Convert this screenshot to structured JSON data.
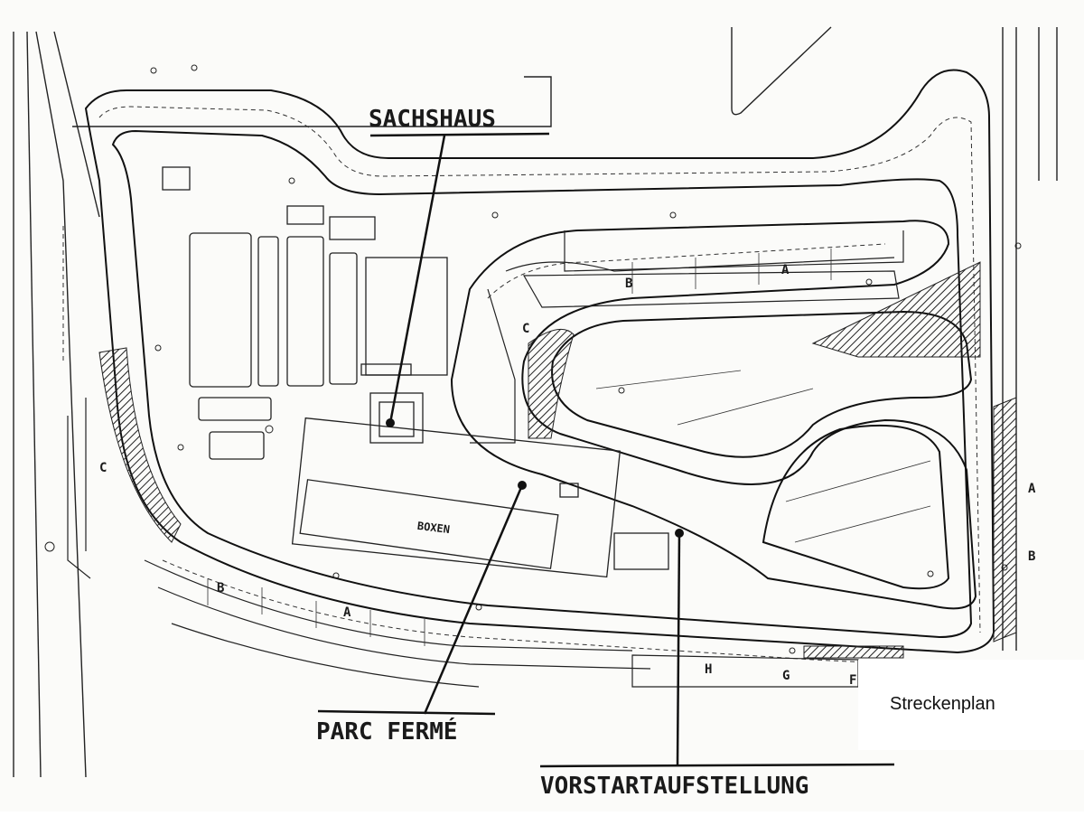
{
  "map": {
    "callouts": {
      "sachshaus": "SACHSHAUS",
      "parc_ferme": "PARC FERMÉ",
      "vorstart": "VORSTARTAUFSTELLUNG"
    },
    "track_labels": {
      "boxen": "BOXEN",
      "a": "A",
      "b": "B",
      "c": "C",
      "f": "F",
      "g": "G",
      "h": "H"
    },
    "plan_title": "Streckenplan"
  }
}
